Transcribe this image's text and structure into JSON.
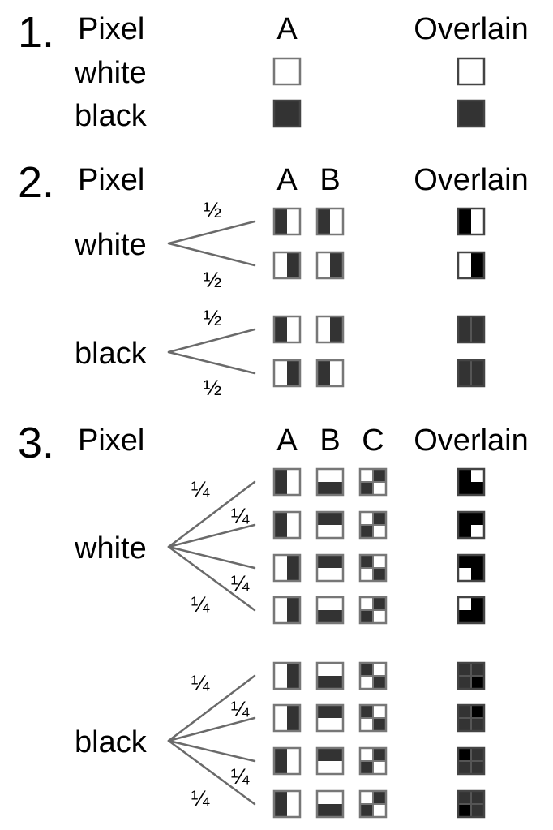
{
  "colors": {
    "dark": "#333333",
    "black": "#000000",
    "white": "#ffffff",
    "frame": "#777777",
    "frame_dark": "#444444",
    "branch": "#6a6a6a",
    "text": "#000000"
  },
  "sections": [
    {
      "number": "1.",
      "header": "Pixel",
      "columns": [
        "A"
      ],
      "overlain": "Overlain",
      "rows": [
        {
          "label": "white",
          "options": [
            {
              "prob": "",
              "shares": [
                "white"
              ],
              "overlain": "white"
            }
          ]
        },
        {
          "label": "black",
          "options": [
            {
              "prob": "",
              "shares": [
                "dark"
              ],
              "overlain": "dark"
            }
          ]
        }
      ]
    },
    {
      "number": "2.",
      "header": "Pixel",
      "columns": [
        "A",
        "B"
      ],
      "overlain": "Overlain",
      "rows": [
        {
          "label": "white",
          "options": [
            {
              "prob": "½",
              "shares": [
                "v-left",
                "v-left"
              ],
              "overlain": "ov2-left"
            },
            {
              "prob": "½",
              "shares": [
                "v-right",
                "v-right"
              ],
              "overlain": "ov2-right"
            }
          ]
        },
        {
          "label": "black",
          "options": [
            {
              "prob": "½",
              "shares": [
                "v-left",
                "v-right"
              ],
              "overlain": "ov2-full"
            },
            {
              "prob": "½",
              "shares": [
                "v-right",
                "v-left"
              ],
              "overlain": "ov2-full"
            }
          ]
        }
      ]
    },
    {
      "number": "3.",
      "header": "Pixel",
      "columns": [
        "A",
        "B",
        "C"
      ],
      "overlain": "Overlain",
      "rows": [
        {
          "label": "white",
          "options": [
            {
              "prob": "¼",
              "shares": [
                "v-left",
                "h-bottom",
                "q-bl-tr"
              ],
              "overlain": "ov3-0123"
            },
            {
              "prob": "¼",
              "shares": [
                "v-left",
                "h-top",
                "q-tr-bl"
              ],
              "overlain": "ov3-0120"
            },
            {
              "prob": "¼",
              "shares": [
                "v-right",
                "h-top",
                "q-tl-tr"
              ],
              "overlain": "ov3-0121"
            },
            {
              "prob": "¼",
              "shares": [
                "v-right",
                "h-bottom",
                "q-tr-bl"
              ],
              "overlain": "ov3-0122"
            }
          ]
        },
        {
          "label": "black",
          "options": [
            {
              "prob": "¼",
              "shares": [
                "v-right",
                "h-bottom",
                "q-tl-br"
              ],
              "overlain": "ov3-b3"
            },
            {
              "prob": "¼",
              "shares": [
                "v-right",
                "h-top",
                "q-tl-br"
              ],
              "overlain": "ov3-b1"
            },
            {
              "prob": "¼",
              "shares": [
                "v-left",
                "h-top",
                "q-tr-bl"
              ],
              "overlain": "ov3-b0"
            },
            {
              "prob": "¼",
              "shares": [
                "v-left",
                "h-bottom",
                "q-tr-bl"
              ],
              "overlain": "ov3-b2"
            }
          ]
        }
      ]
    }
  ]
}
